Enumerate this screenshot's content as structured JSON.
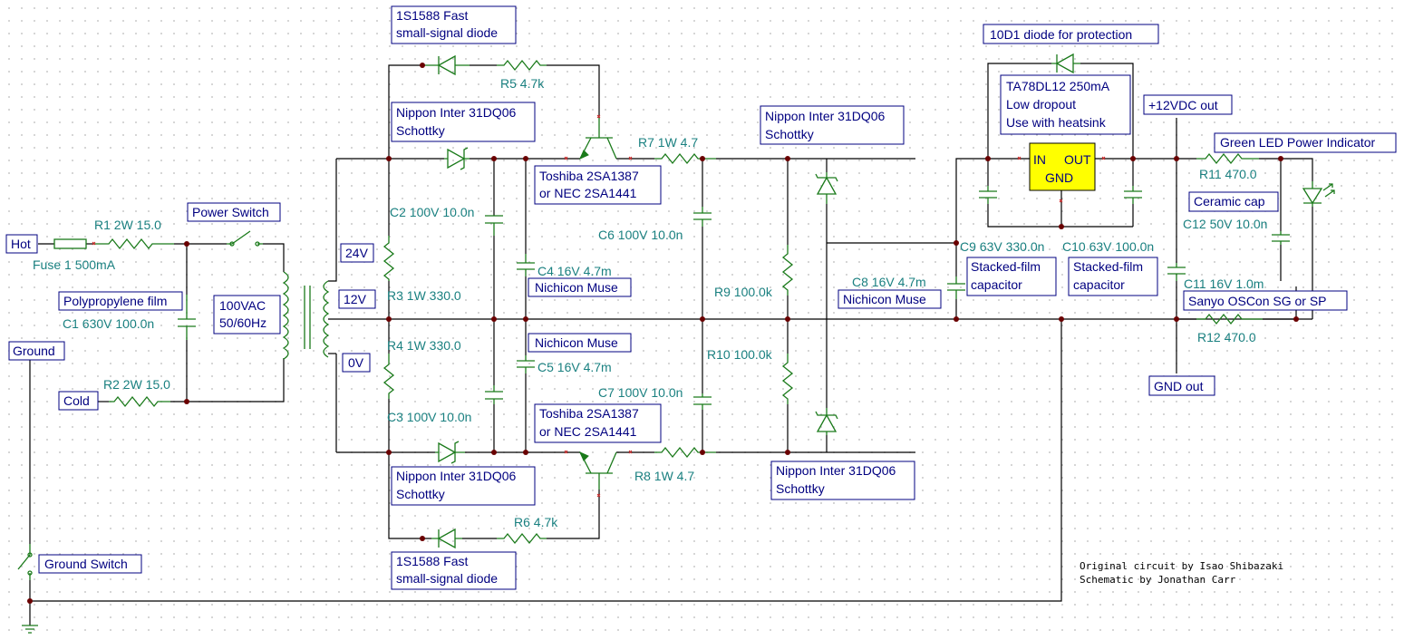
{
  "components": {
    "fuse": "Fuse 1 500mA",
    "r1": "R1 2W 15.0",
    "r2": "R2 2W 15.0",
    "c1": "C1 630V 100.0n",
    "r3": "R3 1W 330.0",
    "r4": "R4 1W 330.0",
    "c2": "C2 100V 10.0n",
    "c3": "C3 100V 10.0n",
    "c4": "C4 16V 4.7m",
    "c5": "C5 16V 4.7m",
    "r5": "R5 4.7k",
    "r6": "R6 4.7k",
    "r7": "R7 1W 4.7",
    "r8": "R8 1W 4.7",
    "c6": "C6 100V 10.0n",
    "c7": "C7 100V 10.0n",
    "r9": "R9 100.0k",
    "r10": "R10 100.0k",
    "c8": "C8 16V 4.7m",
    "c9": "C9 63V 330.0n",
    "c10": "C10 63V 100.0n",
    "c11": "C11 16V 1.0m",
    "c12": "C12 50V 10.0n",
    "r11": "R11 470.0",
    "r12": "R12 470.0"
  },
  "regulator": {
    "in": "IN",
    "out": "OUT",
    "gnd": "GND"
  },
  "notes": {
    "hot": "Hot",
    "cold": "Cold",
    "ground": "Ground",
    "power_switch": "Power Switch",
    "ground_switch": "Ground Switch",
    "polypropylene": "Polypropylene film",
    "mains": [
      "100VAC",
      "50/60Hz"
    ],
    "tap_24v": "24V",
    "tap_12v": "12V",
    "tap_0v": "0V",
    "diode_top": [
      "1S1588 Fast",
      "small-signal diode"
    ],
    "diode_bottom": [
      "1S1588 Fast",
      "small-signal diode"
    ],
    "schottky_top_left": [
      "Nippon Inter 31DQ06",
      "Schottky"
    ],
    "schottky_bottom_left": [
      "Nippon Inter 31DQ06",
      "Schottky"
    ],
    "schottky_top_right": [
      "Nippon Inter 31DQ06",
      "Schottky"
    ],
    "schottky_bottom_right": [
      "Nippon Inter 31DQ06",
      "Schottky"
    ],
    "trans_top": [
      "Toshiba 2SA1387",
      "or NEC 2SA1441"
    ],
    "trans_bottom": [
      "Toshiba 2SA1387",
      "or NEC 2SA1441"
    ],
    "muse_top": "Nichicon Muse",
    "muse_bottom": "Nichicon Muse",
    "muse_c8": "Nichicon Muse",
    "protect_diode": "10D1 diode for protection",
    "regulator": [
      "TA78DL12 250mA",
      "Low dropout",
      "Use with heatsink"
    ],
    "stacked1": [
      "Stacked-film",
      "capacitor"
    ],
    "stacked2": [
      "Stacked-film",
      "capacitor"
    ],
    "vout": "+12VDC out",
    "gnd_out": "GND out",
    "led": "Green LED Power Indicator",
    "ceramic": "Ceramic cap",
    "oscon": "Sanyo OSCon SG or SP"
  },
  "credits": [
    "Original circuit by Isao Shibazaki",
    "Schematic by Jonathan Carr"
  ]
}
